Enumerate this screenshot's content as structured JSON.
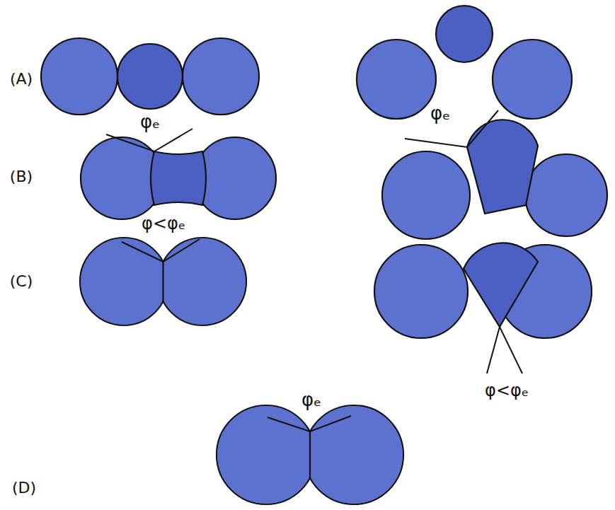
{
  "diagram": {
    "labels": [
      "(A)",
      "(B)",
      "(C)",
      "(D)",
      "φₑ",
      "φₑ",
      "φ<φₑ",
      "φ<φₑ",
      "φₑ"
    ]
  }
}
